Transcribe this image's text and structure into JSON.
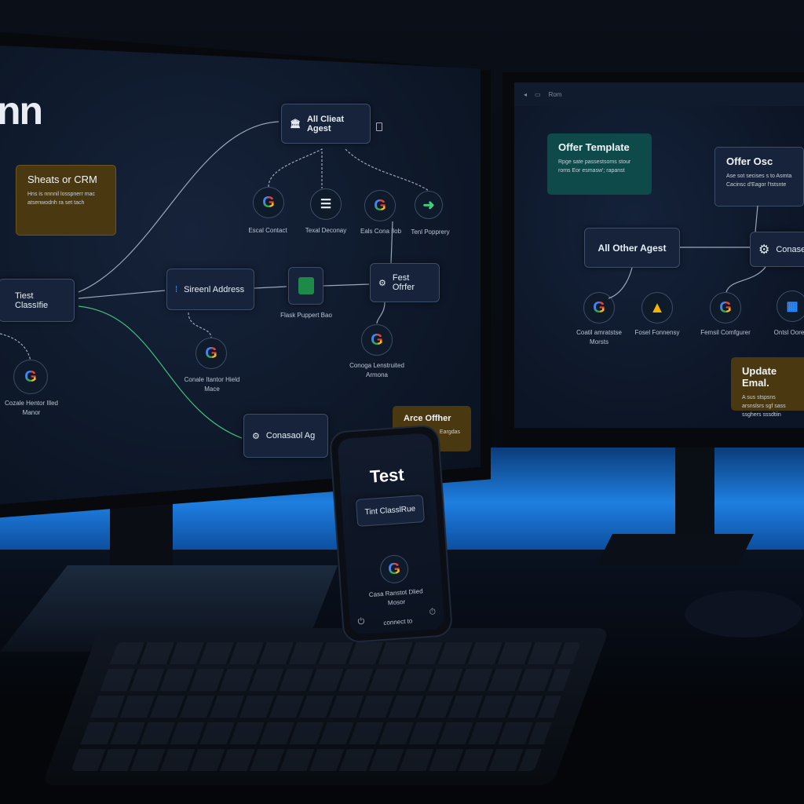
{
  "left_monitor": {
    "title_fragment": "nn",
    "sheets_card": {
      "title": "Sheats or CRM",
      "body": "Hns is nnnnil losspnerr mac atsenwodnh ra set tach"
    },
    "nodes": {
      "all_cloud_agent": "All Clieat Agest",
      "test_classifie": "Tiest ClassIfie",
      "siren_address": "Sireenl Address",
      "fest_offer": "Fest Ofrfer",
      "consasol_agent": "Conasaol Ag"
    },
    "circles": [
      {
        "icon": "google-icon",
        "label": "Escal Contact"
      },
      {
        "icon": "document-icon",
        "label": "Texal Deconay"
      },
      {
        "icon": "google-icon",
        "label": "Eals Cona Ilob"
      },
      {
        "icon": "arrow-right-icon",
        "label": "Tenl Popprery"
      }
    ],
    "sheet_node_label": "Flask Puppert Bao",
    "g_nodes": [
      {
        "label": "Conoga Lenstruited Armona"
      },
      {
        "label": "Conale Itantor Hield Mace"
      },
      {
        "label": "Cozale Hentor Illed Manor"
      }
    ],
    "offer_card": {
      "title": "Arce Offher",
      "body": "Eargdas"
    }
  },
  "right_monitor": {
    "topbar_text": "Rom",
    "offer_template": {
      "title": "Offer Template",
      "body": "Rpge sate passestsoms stour roms Eor esmasw'; rapanst"
    },
    "offer_osc": {
      "title": "Offer Osc",
      "body": "Ase sot secises s to Asmta Cacinsc d'Eagor l'tstsnte"
    },
    "all_other_agent": "All Other Agest",
    "consae_node": "Conase",
    "circles": [
      {
        "icon": "google-icon",
        "label": "Coatil amratstse Morsts"
      },
      {
        "icon": "drive-icon",
        "label": "Fosel Fonnensy"
      },
      {
        "icon": "google-icon",
        "label": "Femsil Comfgurer"
      },
      {
        "icon": "grid-icon",
        "label": "Ontsl Oore"
      }
    ],
    "update_email": {
      "title": "Update Emal.",
      "body": "A sus stspsns arsnslsrs sgf sass ssghers sssdtiin"
    }
  },
  "phone": {
    "title": "Test",
    "node": "Tint ClasslRue",
    "g_label": "Casa Ranstot Dlied Mosor",
    "bottom_text": "connect to"
  },
  "colors": {
    "screen_bg": "#0c1626",
    "node_bg": "#17233a",
    "brown_card": "#4a3810",
    "teal_card": "#0f4a4a",
    "glow": "#1e7fe0",
    "green_line": "#3fbf7f"
  }
}
